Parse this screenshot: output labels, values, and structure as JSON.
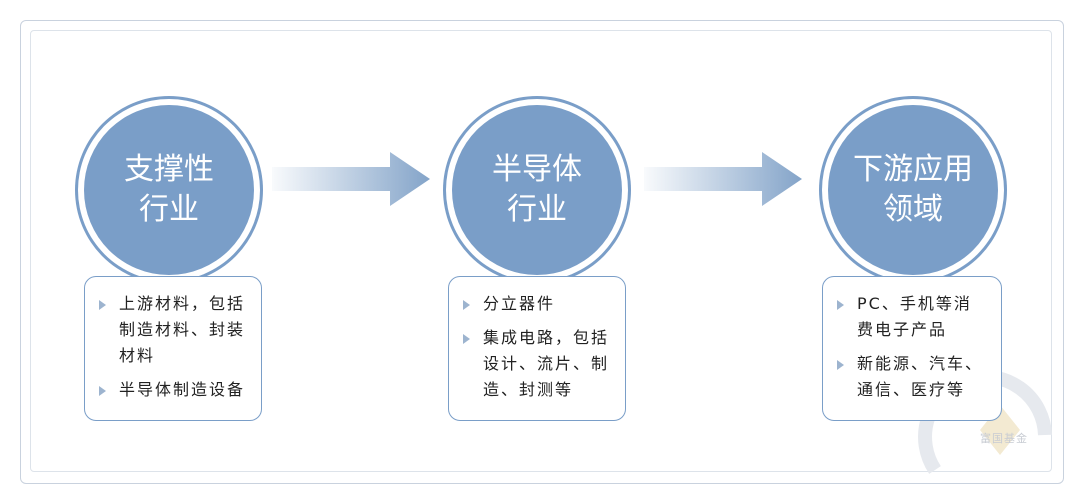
{
  "stages": [
    {
      "title_line1": "支撑性",
      "title_line2": "行业",
      "items": [
        "上游材料，包括制造材料、封装材料",
        "半导体制造设备"
      ]
    },
    {
      "title_line1": "半导体",
      "title_line2": "行业",
      "items": [
        "分立器件",
        "集成电路，包括设计、流片、制造、封测等"
      ]
    },
    {
      "title_line1": "下游应用",
      "title_line2": "领域",
      "items": [
        "PC、手机等消费电子产品",
        "新能源、汽车、通信、医疗等"
      ]
    }
  ],
  "watermark": {
    "text": "富国基金"
  },
  "colors": {
    "circle": "#7a9ec8",
    "border": "#7a9ec8",
    "arrow": "#7d9fc6"
  }
}
